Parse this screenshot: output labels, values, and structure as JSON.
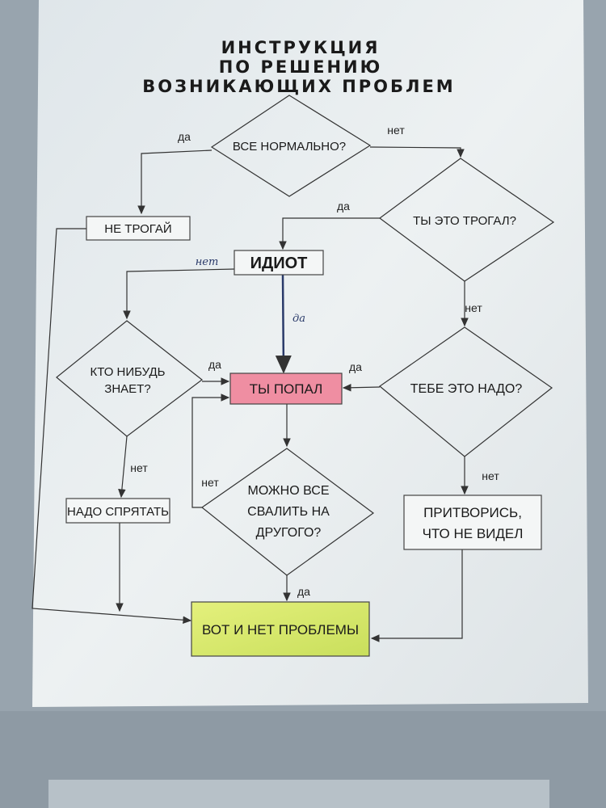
{
  "title": [
    "ИНСТРУКЦИЯ",
    "ПО РЕШЕНИЮ",
    "ВОЗНИКАЮЩИХ ПРОБЛЕМ"
  ],
  "nodes": {
    "all_ok": "ВСЕ НОРМАЛЬНО?",
    "dont_touch": "НЕ ТРОГАЙ",
    "touched": "ТЫ ЭТО ТРОГАЛ?",
    "idiot": "ИДИОТ",
    "anyone_knows": [
      "КТО НИБУДЬ",
      "ЗНАЕТ?"
    ],
    "you_are_done": "ТЫ ПОПАЛ",
    "need_it": "ТЕБЕ ЭТО НАДО?",
    "hide_it": "НАДО СПРЯТАТЬ",
    "blame": [
      "МОЖНО ВСЕ",
      "СВАЛИТЬ НА",
      "ДРУГОГО?"
    ],
    "pretend": [
      "ПРИТВОРИСЬ,",
      "ЧТО НЕ ВИДЕЛ"
    ],
    "no_problem": "ВОТ И НЕТ ПРОБЛЕМЫ"
  },
  "edge_labels": {
    "yes": "да",
    "no": "нет"
  },
  "colors": {
    "you_are_done_fill": "#ef8ea2",
    "no_problem_fill": "#dbec6e",
    "paper": "#e8edf0",
    "background": "#98a4ae"
  }
}
